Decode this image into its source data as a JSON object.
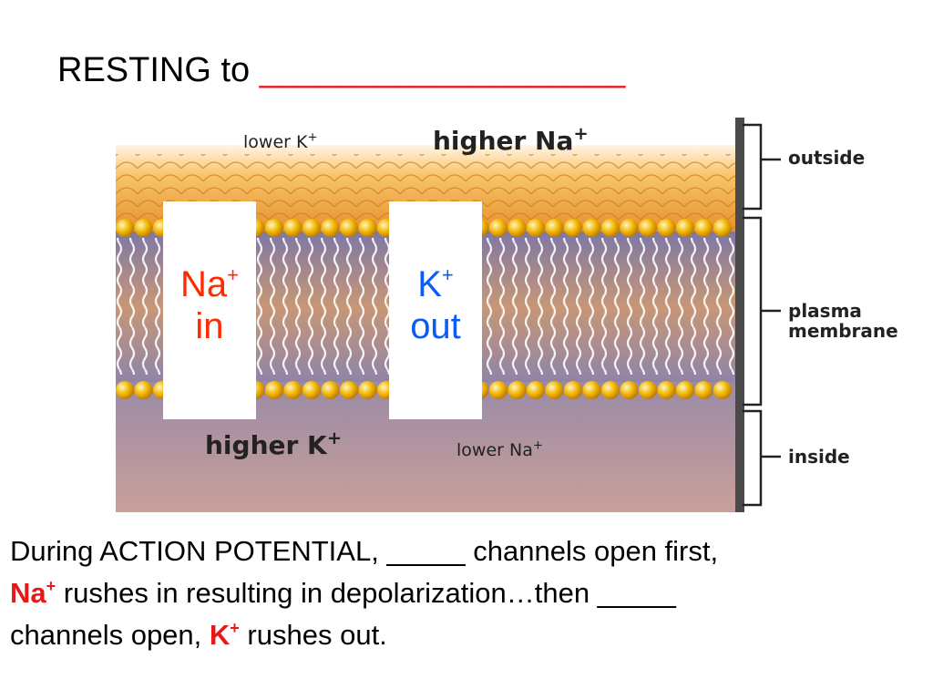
{
  "title": {
    "text": "RESTING to ",
    "blank": "___________________"
  },
  "diagram": {
    "top_labels": {
      "lower_k": "lower K",
      "higher_na": "higher Na"
    },
    "bottom_labels": {
      "higher_k": "higher K",
      "lower_na": "lower Na"
    },
    "superscript": "+",
    "side_labels": {
      "outside": "outside",
      "plasma": "plasma",
      "membrane": "membrane",
      "inside": "inside"
    },
    "boxes": {
      "na": {
        "ion": "Na",
        "sup": "+",
        "direction": "in",
        "color": "#ff2a00"
      },
      "k": {
        "ion": "K",
        "sup": "+",
        "direction": "out",
        "color": "#0a5cf5"
      }
    }
  },
  "caption": {
    "line1_a": "During ACTION POTENTIAL, ",
    "blank1": "_____",
    "line1_b": " channels open first,",
    "na_ion": "Na",
    "na_sup": "+",
    "line2_a": " rushes in resulting in depolarization…then ",
    "blank2": "_____",
    "line3_a": "channels open, ",
    "k_ion": "K",
    "k_sup": "+",
    "line3_b": " rushes out."
  },
  "colors": {
    "red": "#e31a1a",
    "blue": "#0a5cf5",
    "bead": "#f2b400",
    "outside_fill": "#f0a23a"
  }
}
